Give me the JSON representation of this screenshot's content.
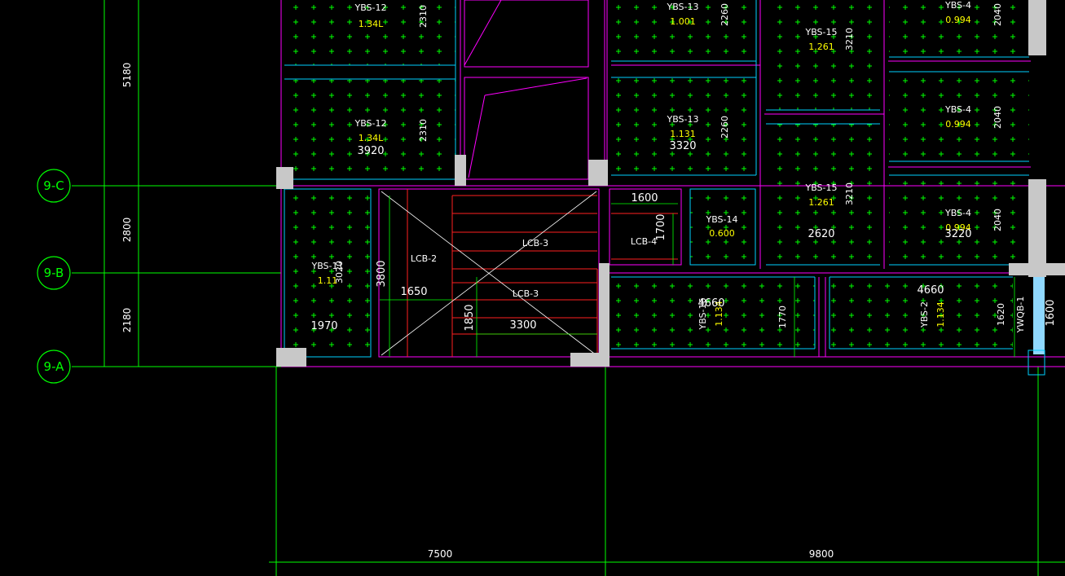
{
  "drawing": {
    "background": "#000000",
    "colors": {
      "axis": "#00ff00",
      "slab_outline": "#ff00ff",
      "beam_edge": "#00cfff",
      "column": "#c8c8c8",
      "stair": "#ff2020",
      "label_white": "#ffffff",
      "label_yellow": "#ffff00",
      "hatch": "#00ff00"
    },
    "grid_bubbles": [
      {
        "id": "9-C",
        "label": "9-C"
      },
      {
        "id": "9-B",
        "label": "9-B"
      },
      {
        "id": "9-A",
        "label": "9-A"
      }
    ],
    "vertical_dims": [
      "5180",
      "2800",
      "2180"
    ],
    "bottom_dims": [
      "7500",
      "9800"
    ],
    "slabs": [
      {
        "id": "a",
        "name": "YBS-12",
        "value": "1.34L",
        "dim_a": "2310",
        "dim_b": ""
      },
      {
        "id": "b",
        "name": "YBS-12",
        "value": "1.34L",
        "dim_a": "2310",
        "dim_b": "3920"
      },
      {
        "id": "c",
        "name": "YBS-11",
        "value": "1.11",
        "dim_a": "3020",
        "dim_b": "1970"
      },
      {
        "id": "d",
        "name": "YBS-13",
        "value": "1.001",
        "dim_a": "2260",
        "dim_b": ""
      },
      {
        "id": "e",
        "name": "YBS-13",
        "value": "1.131",
        "dim_a": "2260",
        "dim_b": "3320"
      },
      {
        "id": "f",
        "name": "YBS-15",
        "value": "1.261",
        "dim_a": "3210",
        "dim_b": ""
      },
      {
        "id": "g",
        "name": "YBS-15",
        "value": "1.261",
        "dim_a": "3210",
        "dim_b": "2620"
      },
      {
        "id": "h",
        "name": "YBS-4",
        "value": "0.994",
        "dim_a": "2040",
        "dim_b": ""
      },
      {
        "id": "i",
        "name": "YBS-4",
        "value": "0.994",
        "dim_a": "2040",
        "dim_b": ""
      },
      {
        "id": "j",
        "name": "YBS-4",
        "value": "0.994",
        "dim_a": "2040",
        "dim_b": "3220"
      },
      {
        "id": "k",
        "name": "YBS-14",
        "value": "0.600",
        "dim_a": "",
        "dim_b": ""
      },
      {
        "id": "l",
        "name": "YBS-16",
        "value": "1.134",
        "dim_a": "1770",
        "dim_b": "4660"
      },
      {
        "id": "m",
        "name": "YBS-2",
        "value": "1.134",
        "dim_a": "1620",
        "dim_b": "4660"
      }
    ],
    "stair_labels": {
      "lcb2": "LCB-2",
      "lcb3_top": "LCB-3",
      "lcb3_bottom": "LCB-3",
      "lcb4": "LCB-4",
      "ywqb": "YWQB-1"
    },
    "stair_dims": {
      "d3800": "3800",
      "d1650": "1650",
      "d1850": "1850",
      "d3300": "3300",
      "d1600": "1600",
      "d1700": "1700",
      "d1600b": "1600"
    }
  }
}
